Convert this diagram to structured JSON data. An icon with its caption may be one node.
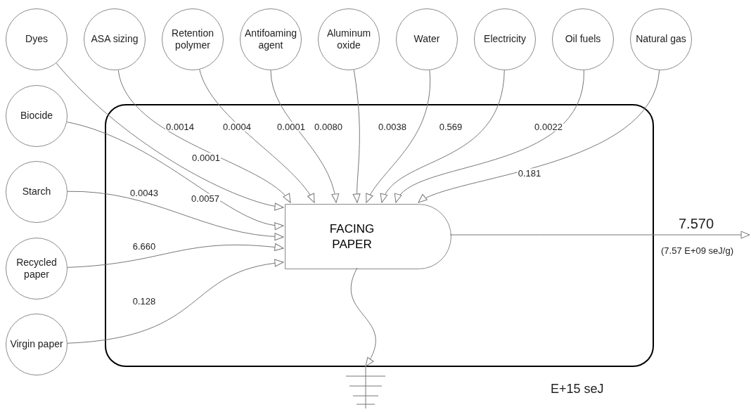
{
  "diagram": {
    "nodes": [
      {
        "text": [
          "Dyes"
        ]
      },
      {
        "text": [
          "ASA sizing"
        ]
      },
      {
        "text": [
          "Retention polymer"
        ]
      },
      {
        "text": [
          "Antifoaming agent"
        ]
      },
      {
        "text": [
          "Aluminum oxide"
        ]
      },
      {
        "text": [
          "Water"
        ]
      },
      {
        "text": [
          "Electricity"
        ]
      },
      {
        "text": [
          "Oil fuels"
        ]
      },
      {
        "text": [
          "Natural gas"
        ]
      },
      {
        "text": [
          "Biocide"
        ]
      },
      {
        "text": [
          "Starch"
        ]
      },
      {
        "text": [
          "Recycled paper"
        ]
      },
      {
        "text": [
          "Virgin paper"
        ]
      },
      {
        "text": [],
        "shape": "box"
      },
      {
        "text": [
          "FACING PAPER"
        ],
        "in": 13
      },
      {
        "text": [],
        "shape": "ground"
      }
    ],
    "edges": [
      {
        "from": 0,
        "to": 14,
        "arrow": "to",
        "label": "0.0001"
      },
      {
        "from": 1,
        "to": 14,
        "arrow": "to",
        "label": "0.0014"
      },
      {
        "from": 2,
        "to": 14,
        "arrow": "to",
        "label": "0.0004"
      },
      {
        "from": 3,
        "to": 14,
        "arrow": "to",
        "label": "0.0001"
      },
      {
        "from": 4,
        "to": 14,
        "arrow": "to",
        "label": "0.0080"
      },
      {
        "from": 5,
        "to": 14,
        "arrow": "to",
        "label": "0.0038"
      },
      {
        "from": 6,
        "to": 14,
        "arrow": "to",
        "label": "0.569"
      },
      {
        "from": 7,
        "to": 14,
        "arrow": "to",
        "label": "0.0022"
      },
      {
        "from": 8,
        "to": 14,
        "arrow": "to",
        "label": "0.181"
      },
      {
        "from": 9,
        "to": 14,
        "arrow": "to",
        "label": "0.0057"
      },
      {
        "from": 10,
        "to": 14,
        "arrow": "to",
        "label": "0.0043"
      },
      {
        "from": 11,
        "to": 14,
        "arrow": "to",
        "label": "6.660"
      },
      {
        "from": 12,
        "to": 14,
        "arrow": "to",
        "label": "0.128"
      },
      {
        "from": 14,
        "to": null,
        "arrow": "to",
        "label": "7.570"
      },
      {
        "from": 14,
        "to": 15,
        "arrow": "to"
      }
    ],
    "labels": [
      "(7.57 E+09 seJ/g)",
      "E+15 seJ"
    ]
  }
}
